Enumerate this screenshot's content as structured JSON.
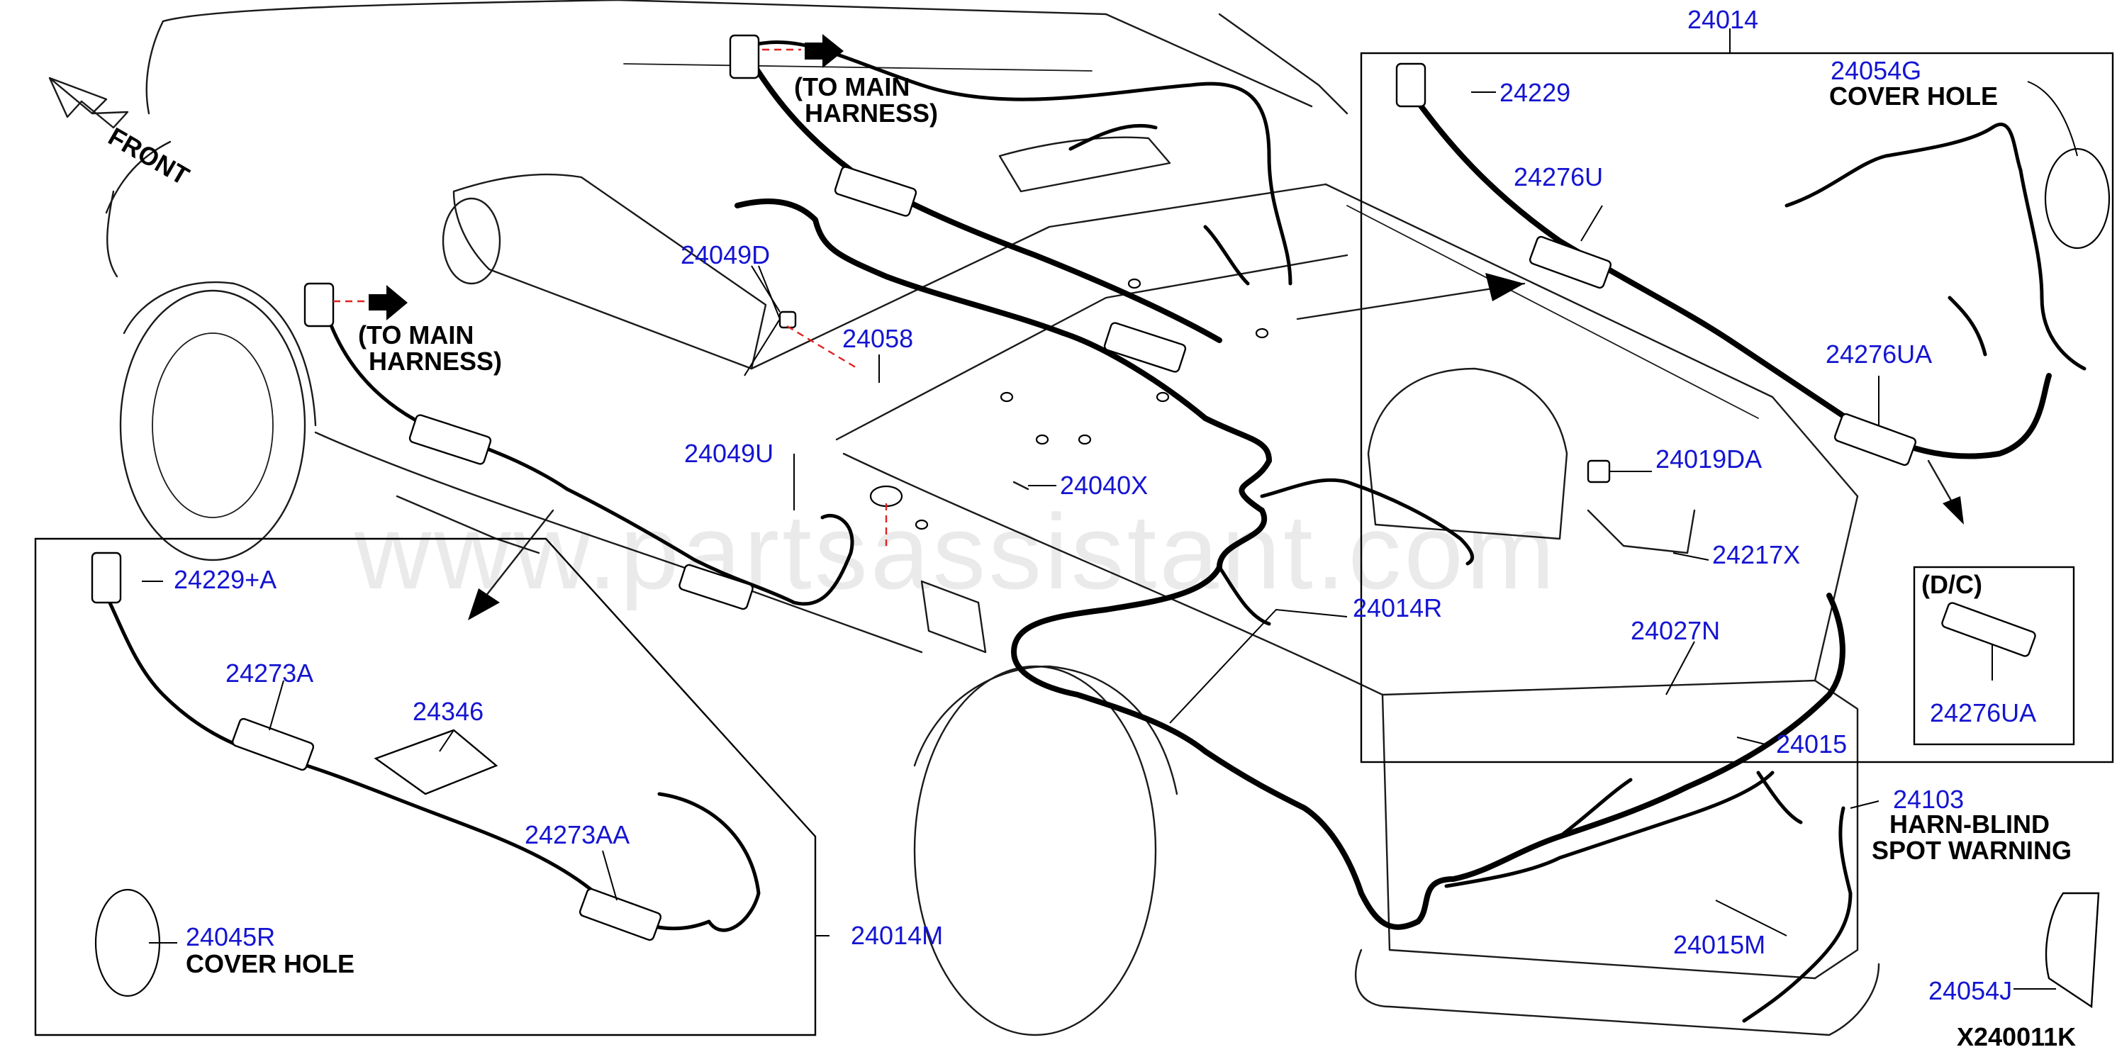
{
  "diagram_code": "X240011K",
  "watermark": "www.partsassistant.com",
  "direction_label": "FRONT",
  "notes": {
    "to_main_harness_1_line1": "(TO MAIN",
    "to_main_harness_1_line2": "HARNESS)",
    "to_main_harness_2_line1": "(TO MAIN",
    "to_main_harness_2_line2": "HARNESS)",
    "cover_hole_1": "COVER HOLE",
    "cover_hole_2": "COVER HOLE",
    "dc_label": "(D/C)",
    "harn_blind_line1": "HARN-BLIND",
    "harn_blind_line2": "SPOT WARNING"
  },
  "parts": {
    "p24014": "24014",
    "p24054G": "24054G",
    "p24229": "24229",
    "p24276U": "24276U",
    "p24276UA": "24276UA",
    "p24276UA_dc": "24276UA",
    "p24019DA": "24019DA",
    "p24217X": "24217X",
    "p24049D": "24049D",
    "p24058": "24058",
    "p24049U": "24049U",
    "p24040X": "24040X",
    "p24014R": "24014R",
    "p24027N": "24027N",
    "p24015": "24015",
    "p24103": "24103",
    "p24015M": "24015M",
    "p24054J": "24054J",
    "p24229A": "24229+A",
    "p24273A": "24273A",
    "p24346": "24346",
    "p24273AA": "24273AA",
    "p24045R": "24045R",
    "p24014M": "24014M"
  }
}
